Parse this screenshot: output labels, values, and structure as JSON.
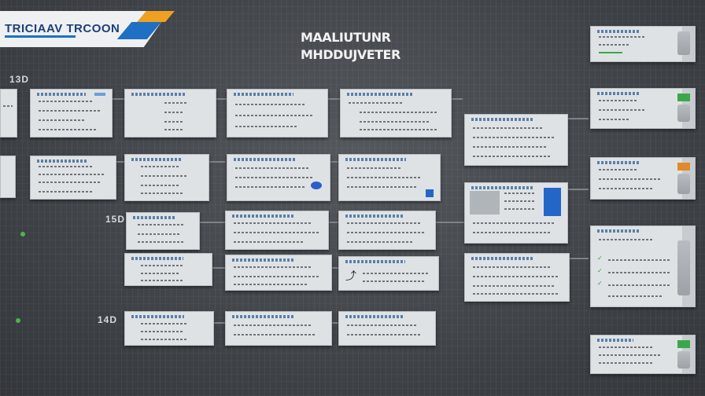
{
  "header": {
    "logo_text": "TRICIAAV TRCOON",
    "title_line1": "MAALIUTUNR",
    "title_line2": "MHDDUJVETER"
  },
  "row_labels": {
    "row1": "13D",
    "row3": "15D",
    "row5": "14D"
  },
  "colors": {
    "background": "#3c4045",
    "card": "#dfe2e5",
    "accent_blue": "#1f6fc4",
    "accent_orange": "#f0a020",
    "status_green": "#3aa84a"
  },
  "icons": [
    "pin-icon",
    "wrench-icon",
    "gauge-icon",
    "checkmark-icon"
  ]
}
